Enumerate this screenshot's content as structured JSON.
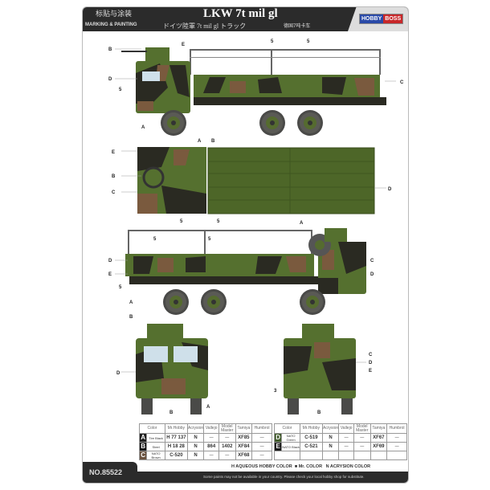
{
  "header": {
    "cn_label": "标贴与涂装",
    "en_label": "MARKING & PAINTING",
    "title": "LKW 7t mil gl",
    "subtitle_jp": "ドイツ陸軍 7t mil gl トラック",
    "subtitle_cn": "德国7吨卡车",
    "logo_left": "HOBBY",
    "logo_right": "BOSS"
  },
  "callouts": {
    "side1": [
      "B",
      "E",
      "5",
      "D",
      "C",
      "A",
      "A",
      "B",
      "5",
      "5"
    ],
    "top": [
      "E",
      "B",
      "C",
      "D",
      "5",
      "5",
      "A"
    ],
    "side2": [
      "5",
      "5",
      "D",
      "C",
      "E",
      "5",
      "D",
      "A",
      "B"
    ],
    "front": [
      "D",
      "A",
      "B"
    ],
    "rear": [
      "C",
      "D",
      "E",
      "3",
      "B"
    ]
  },
  "colors": {
    "A": "#1e1e1e",
    "B": "#111111",
    "C": "#6b5340",
    "D": "#3f5a2a",
    "E": "#1a1a1a",
    "camo_green": "#55702f",
    "camo_brown": "#7a5a3e",
    "camo_black": "#2a2a22",
    "tire": "#4a4a48"
  },
  "table": {
    "headers": [
      "Color",
      "Mr.Hobby",
      "Acrysion",
      "Vallejo",
      "Model Master",
      "Tamiya",
      "Humbrol"
    ],
    "left": [
      {
        "key": "A",
        "name": "Tire Black",
        "mrhobby": "H 77 137",
        "acrysion": "N",
        "vallejo": "—",
        "model_master": "—",
        "tamiya": "XF85",
        "humbrol": "—"
      },
      {
        "key": "B",
        "name": "Steel",
        "mrhobby": "H 18 28",
        "acrysion": "N",
        "vallejo": "864",
        "model_master": "1402",
        "tamiya": "XF84",
        "humbrol": "—"
      },
      {
        "key": "C",
        "name": "NATO Brown",
        "mrhobby": "C-520",
        "acrysion": "N",
        "vallejo": "—",
        "model_master": "—",
        "tamiya": "XF68",
        "humbrol": "—"
      }
    ],
    "right": [
      {
        "key": "D",
        "name": "NATO Green",
        "mrhobby": "C-519",
        "acrysion": "N",
        "vallejo": "—",
        "model_master": "—",
        "tamiya": "XF67",
        "humbrol": "—"
      },
      {
        "key": "E",
        "name": "NATO Black",
        "mrhobby": "C-521",
        "acrysion": "N",
        "vallejo": "—",
        "model_master": "—",
        "tamiya": "XF69",
        "humbrol": "—"
      }
    ]
  },
  "footer": {
    "number": "NO.85522",
    "legend_h": "H AQUEOUS HOBBY COLOR",
    "legend_c": "Mr. COLOR",
    "legend_n": "N ACRYSION COLOR",
    "note": "Some paints may not be available in your country. Please check your local hobby shop for substitute."
  }
}
